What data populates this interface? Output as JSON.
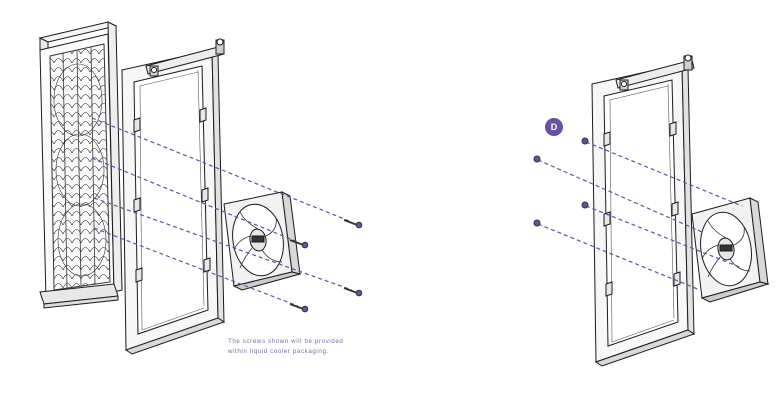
{
  "colors": {
    "accent": "#6b4fa0",
    "dashed_line": "#6b4fa0",
    "line_art": "#1a1a1a",
    "caption_text": "#7d6aa6"
  },
  "left_diagram": {
    "caption_line1": "The screws shown will be provided",
    "caption_line2": "within liquid cooler packaging."
  },
  "right_diagram": {
    "step_label": "D"
  }
}
